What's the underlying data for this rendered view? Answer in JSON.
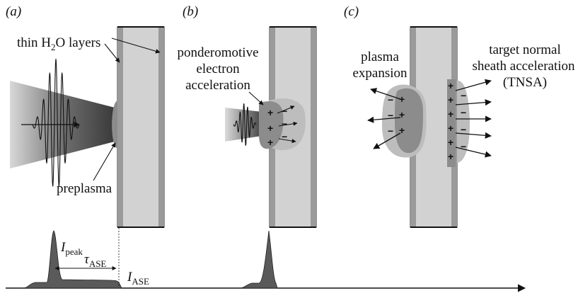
{
  "panels": {
    "a": {
      "tag": "(a)",
      "layers_label_pre": "thin H",
      "layers_label_sub": "2",
      "layers_label_post": "O layers",
      "preplasma_label": "preplasma"
    },
    "b": {
      "tag": "(b)",
      "ponderomotive_line1": "ponderomotive",
      "ponderomotive_line2": "electron",
      "ponderomotive_line3": "acceleration"
    },
    "c": {
      "tag": "(c)",
      "expansion_line1": "plasma",
      "expansion_line2": "expansion",
      "tnsa_line1": "target normal",
      "tnsa_line2": "sheath acceleration",
      "tnsa_line3": "(TNSA)"
    }
  },
  "pulse": {
    "peak_symbol": "I",
    "peak_subscript": "peak",
    "tau_symbol": "τ",
    "tau_subscript": "ASE",
    "ase_symbol": "I",
    "ase_subscript": "ASE"
  },
  "symbols": {
    "plus": "+",
    "minus": "−"
  },
  "colors": {
    "target_face": "#d2d2d2",
    "target_edge": "#9a9a9a",
    "plasma_dark": "#8c8c8c",
    "plasma_light": "#bdbdbd",
    "pulse_fill": "#5a5a5a"
  }
}
